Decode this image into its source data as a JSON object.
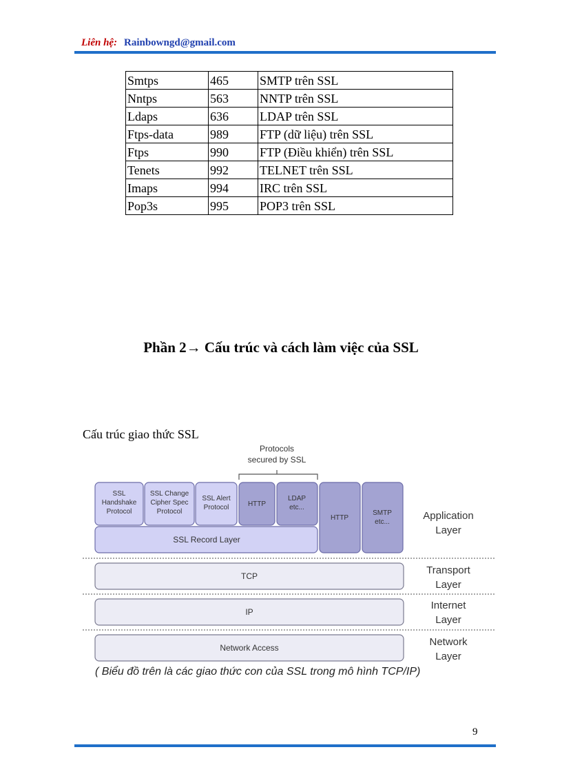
{
  "header": {
    "label": "Liên hệ:",
    "email": "Rainbowngd@gmail.com"
  },
  "ports_table": [
    {
      "name": "Smtps",
      "port": "465",
      "desc": "SMTP trên SSL"
    },
    {
      "name": "Nntps",
      "port": "563",
      "desc": "NNTP trên SSL"
    },
    {
      "name": "Ldaps",
      "port": "636",
      "desc": "LDAP trên SSL"
    },
    {
      "name": "Ftps-data",
      "port": "989",
      "desc": "FTP (dữ liệu)  trên SSL"
    },
    {
      "name": "Ftps",
      "port": "990",
      "desc": "FTP (Điều khiển)  trên SSL"
    },
    {
      "name": "Tenets",
      "port": "992",
      "desc": "TELNET trên SSL"
    },
    {
      "name": "Imaps",
      "port": "994",
      "desc": "IRC trên SSL"
    },
    {
      "name": "Pop3s",
      "port": "995",
      "desc": "POP3 trên  SSL"
    }
  ],
  "section": {
    "prefix": "Phần 2",
    "arrow": "→",
    "title": "Cấu trúc và cách làm việc của SSL"
  },
  "diagram": {
    "caption": "Cấu trúc giao thức SSL",
    "protocols_note_line1": "Protocols",
    "protocols_note_line2": "secured by SSL",
    "boxes": {
      "ssl_handshake": [
        "SSL",
        "Handshake",
        "Protocol"
      ],
      "ssl_change_cipher": [
        "SSL Change",
        "Cipher Spec",
        "Protocol"
      ],
      "ssl_alert": [
        "SSL Alert",
        "Protocol"
      ],
      "http_secured": [
        "HTTP"
      ],
      "ldap": [
        "LDAP",
        "etc..."
      ],
      "http": [
        "HTTP"
      ],
      "smtp": [
        "SMTP",
        "etc..."
      ],
      "ssl_record": "SSL Record Layer",
      "tcp": "TCP",
      "ip": "IP",
      "network_access": "Network Access"
    },
    "layers": {
      "application": [
        "Application",
        "Layer"
      ],
      "transport": [
        "Transport",
        "Layer"
      ],
      "internet": [
        "Internet",
        "Layer"
      ],
      "network": [
        "Network",
        "Layer"
      ]
    },
    "colors": {
      "ssl_fill": "#d2d2f5",
      "ssl_stroke": "#6b6ba8",
      "app_fill": "#a3a3d2",
      "lower_fill": "#ececf5",
      "lower_stroke": "#7a7a90"
    }
  },
  "footnote": "( Biểu đồ trên là các giao thức con của SSL trong mô hình TCP/IP)",
  "page_number": "9"
}
